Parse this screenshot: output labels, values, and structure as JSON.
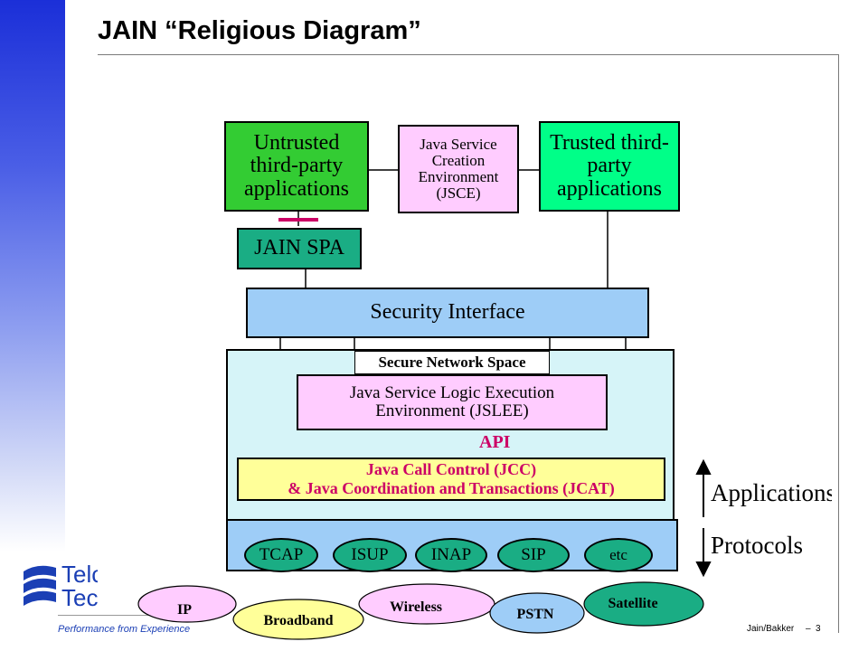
{
  "title": "JAIN “Religious Diagram”",
  "boxes": {
    "untrusted": "Untrusted third-party applications",
    "jsce": "Java Service Creation Environment (JSCE)",
    "trusted": "Trusted third-party applications",
    "jain_spa": "JAIN SPA",
    "security_interface": "Security Interface",
    "secure_network_space": "Secure Network Space",
    "jslee": "Java Service Logic Execution Environment (JSLEE)",
    "api": "API",
    "jcc_line1": "Java Call Control (JCC)",
    "jcc_line2": "& Java Coordination and Transactions (JCAT)"
  },
  "protocols": [
    "TCAP",
    "ISUP",
    "INAP",
    "SIP",
    "etc"
  ],
  "layers": {
    "applications": "Applications",
    "protocols": "Protocols"
  },
  "networks": [
    "IP",
    "Broadband",
    "Wireless",
    "PSTN",
    "Satellite"
  ],
  "logo": {
    "line1": "Telco",
    "line2": "Tech",
    "tagline": "Performance from Experience"
  },
  "footer": {
    "author": "Jain/Bakker",
    "page": "3"
  },
  "colors": {
    "untrusted_green": "#33cc33",
    "trusted_green": "#00ff88",
    "teal": "#1aad84",
    "light_blue": "#9ecdf7",
    "pale_cyan": "#d6f4f8",
    "pink": "#ffccff",
    "yellow": "#ffff99",
    "red_accent": "#cc0066"
  }
}
